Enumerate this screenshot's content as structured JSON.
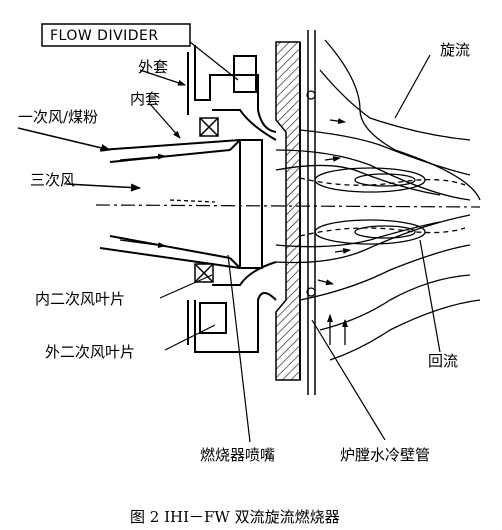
{
  "figure": {
    "labels": {
      "flow_divider": "FLOW DIVIDER",
      "outer_sleeve": "外套",
      "inner_sleeve": "内套",
      "primary_air_coal": "一次风/煤粉",
      "tertiary_air": "三次风",
      "inner_secondary_vanes": "内二次风叶片",
      "outer_secondary_vanes": "外二次风叶片",
      "burner_nozzle": "燃烧器喷嘴",
      "furnace_water_wall": "炉膛水冷壁管",
      "swirl_flow": "旋流",
      "recirculation_flow": "回流"
    },
    "caption": "图 2   IHI－FW 双流旋流燃烧器"
  }
}
